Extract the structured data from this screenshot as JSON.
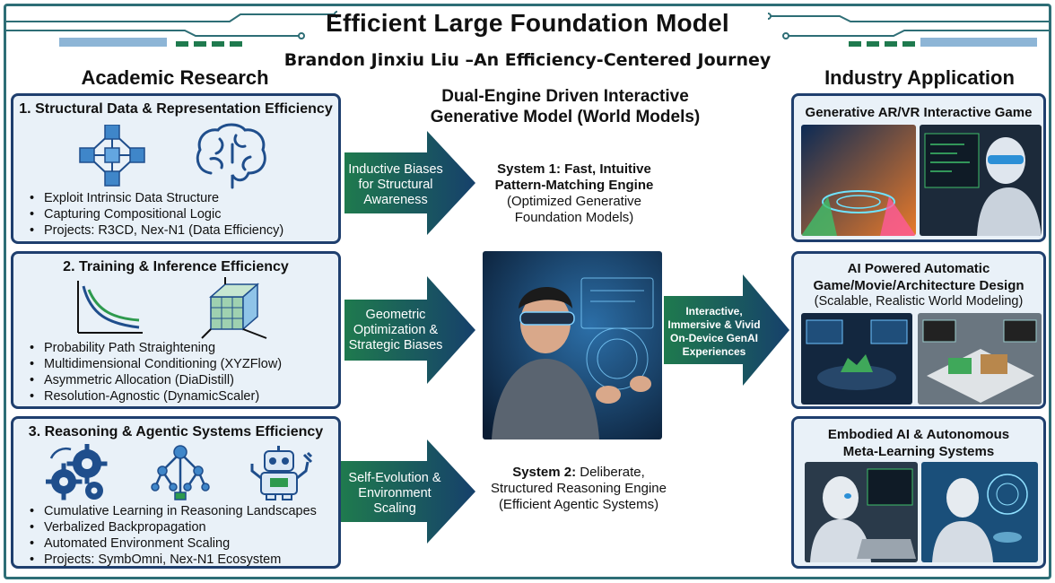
{
  "header": {
    "title": "Efficient Large Foundation Model",
    "subtitle": "Brandon Jinxiu Liu –An Efficiency-Centered Journey"
  },
  "academic": {
    "heading": "Academic Research",
    "boxes": [
      {
        "title": "1. Structural Data & Representation Efficiency",
        "bullets": [
          "Exploit Intrinsic Data Structure",
          "Capturing Compositional Logic",
          "Projects: R3CD, Nex-N1 (Data Efficiency)"
        ],
        "icons": [
          "cube-network-icon",
          "brain-icon"
        ]
      },
      {
        "title": "2. Training & Inference Efficiency",
        "bullets": [
          "Probability Path Straightening",
          "Multidimensional Conditioning (XYZFlow)",
          "Asymmetric Allocation (DiaDistill)",
          "Resolution-Agnostic (DynamicScaler)"
        ],
        "icons": [
          "curve-chart-icon",
          "grid-cube-icon"
        ]
      },
      {
        "title": "3. Reasoning & Agentic Systems Efficiency",
        "bullets": [
          "Cumulative Learning in Reasoning Landscapes",
          "Verbalized Backpropagation",
          "Automated Environment Scaling",
          "Projects: SymbOmni, Nex-N1 Ecosystem"
        ],
        "icons": [
          "gears-icon",
          "tree-network-icon",
          "robot-icon"
        ]
      }
    ]
  },
  "center": {
    "heading_line1": "Dual-Engine Driven Interactive",
    "heading_line2": "Generative Model (World Models)",
    "arrows": [
      {
        "lines": [
          "Inductive Biases",
          "for Structural",
          "Awareness"
        ]
      },
      {
        "lines": [
          "Geometric",
          "Optimization &",
          "Strategic Biases"
        ]
      },
      {
        "lines": [
          "Self-Evolution &",
          "Environment",
          "Scaling"
        ]
      },
      {
        "lines": [
          "Interactive,",
          "Immersive & Vivid",
          "On-Device GenAI",
          "Experiences"
        ]
      }
    ],
    "system1": {
      "title_line1": "System 1: Fast, Intuitive",
      "title_line2": "Pattern-Matching Engine",
      "desc_line1": "(Optimized Generative",
      "desc_line2": "Foundation Models)"
    },
    "system2": {
      "title": "System 2:",
      "title_rest": " Deliberate,",
      "line2": "Structured Reasoning Engine",
      "line3": "(Efficient Agentic Systems)"
    }
  },
  "industry": {
    "heading": "Industry Application",
    "boxes": [
      {
        "title_line1": "Generative AR/VR Interactive Game"
      },
      {
        "title_line1": "AI Powered Automatic",
        "title_line2": "Game/Movie/Architecture Design",
        "subtitle": "(Scalable, Realistic World Modeling)"
      },
      {
        "title_line1": "Embodied AI & Autonomous",
        "title_line2": "Meta-Learning Systems"
      }
    ]
  },
  "colors": {
    "box_border": "#1f3f6e",
    "box_fill": "#e9f1f8",
    "arrow_dark": "#16406b",
    "arrow_light": "#1f7a4e",
    "frame": "#2e6e76"
  }
}
